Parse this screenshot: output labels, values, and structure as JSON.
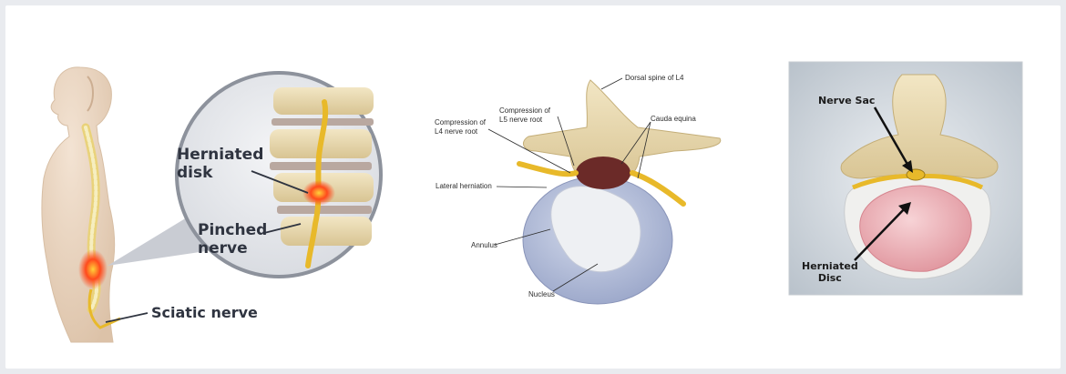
{
  "panel1": {
    "herniated_disk_line1": "Herniated",
    "herniated_disk_line2": "disk",
    "pinched_nerve_line1": "Pinched",
    "pinched_nerve_line2": "nerve",
    "sciatic_nerve": "Sciatic nerve"
  },
  "panel2": {
    "dorsal_spine": "Dorsal spine of L4",
    "compression_l5_line1": "Compression of",
    "compression_l5_line2": "L5 nerve root",
    "compression_l4_line1": "Compression of",
    "compression_l4_line2": "L4 nerve root",
    "cauda_equina": "Cauda equina",
    "lateral_herniation": "Lateral herniation",
    "annulus": "Annulus",
    "nucleus": "Nucleus"
  },
  "panel3": {
    "nerve_sac": "Nerve Sac",
    "herniated_disc_line1": "Herniated",
    "herniated_disc_line2": "Disc"
  },
  "colors": {
    "bone": "#e8d9b0",
    "nerve": "#e8b92a",
    "inflammation": "#ff4a1c",
    "disc_blue": "#b7c2dd",
    "label_dark": "#2f3440"
  }
}
